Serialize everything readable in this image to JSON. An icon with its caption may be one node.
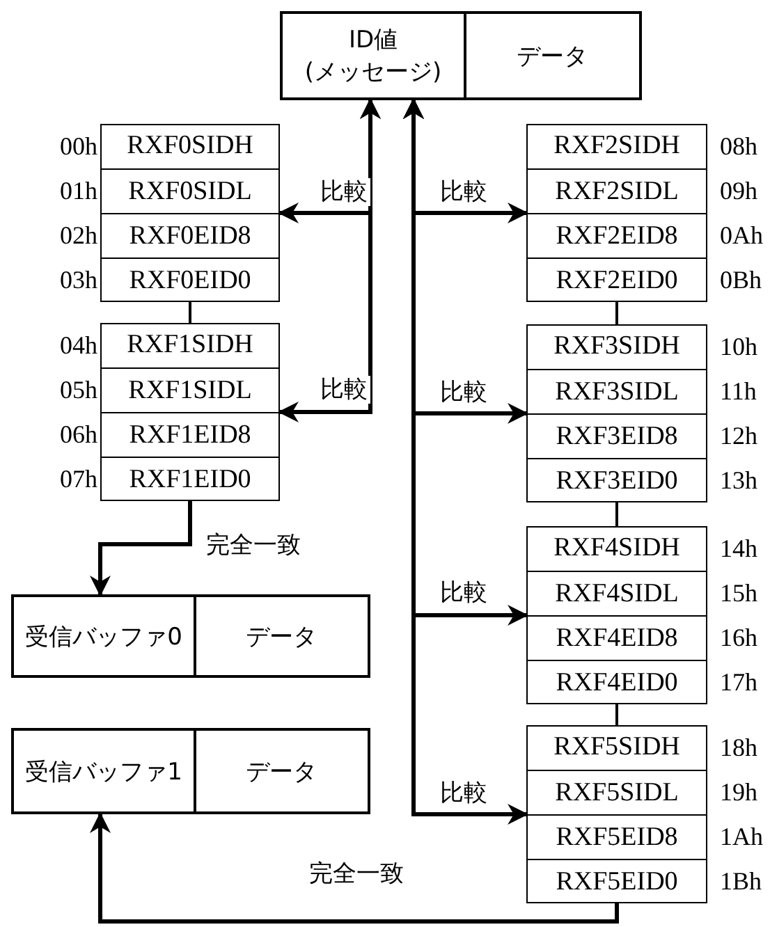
{
  "diagram": {
    "nodes": [
      {
        "text": [
          "ID値(メッセージ)",
          "データ"
        ]
      },
      {
        "text": [],
        "shape": "box"
      },
      {
        "text": [
          "RXF0SIDH"
        ],
        "in": 1
      },
      {
        "text": [
          "RXF0SIDL"
        ],
        "in": 1
      },
      {
        "text": [
          "RXF0EID8"
        ],
        "in": 1
      },
      {
        "text": [
          "RXF0EID0"
        ],
        "in": 1
      },
      {
        "text": [],
        "shape": "box"
      },
      {
        "text": [
          "RXF1SIDH"
        ],
        "in": 6
      },
      {
        "text": [
          "RXF1SIDL"
        ],
        "in": 6
      },
      {
        "text": [
          "RXF1EID8"
        ],
        "in": 6
      },
      {
        "text": [
          "RXF1EID0"
        ],
        "in": 6
      },
      {
        "text": [],
        "shape": "box"
      },
      {
        "text": [
          "RXF2SIDH"
        ],
        "in": 11
      },
      {
        "text": [
          "RXF2SIDL"
        ],
        "in": 11
      },
      {
        "text": [
          "RXF2EID8"
        ],
        "in": 11
      },
      {
        "text": [
          "RXF2EID0"
        ],
        "in": 11
      },
      {
        "text": [],
        "shape": "box"
      },
      {
        "text": [
          "RXF3SIDH"
        ],
        "in": 16
      },
      {
        "text": [
          "RXF3SIDL"
        ],
        "in": 16
      },
      {
        "text": [
          "RXF3EID8"
        ],
        "in": 16
      },
      {
        "text": [
          "RXF3EID0"
        ],
        "in": 16
      },
      {
        "text": [],
        "shape": "box"
      },
      {
        "text": [
          "RXF4SIDH"
        ],
        "in": 21
      },
      {
        "text": [
          "RXF4SIDL"
        ],
        "in": 21
      },
      {
        "text": [
          "RXF4EID8"
        ],
        "in": 21
      },
      {
        "text": [
          "RXF4EID0"
        ],
        "in": 21
      },
      {
        "text": [],
        "shape": "box"
      },
      {
        "text": [
          "RXF5SIDH"
        ],
        "in": 26
      },
      {
        "text": [
          "RXF5SIDL"
        ],
        "in": 26
      },
      {
        "text": [
          "RXF5EID8"
        ],
        "in": 26
      },
      {
        "text": [
          "RXF5EID0"
        ],
        "in": 26
      },
      {
        "text": [
          "受信バッファ0",
          "データ"
        ]
      },
      {
        "text": [
          "受信バッファ1",
          "データ"
        ]
      }
    ],
    "edges": [
      {
        "from": 0,
        "to": 1,
        "arrow": "both",
        "label": "比較"
      },
      {
        "from": 0,
        "to": 6,
        "arrow": "both",
        "label": "比較"
      },
      {
        "from": 0,
        "to": 11,
        "arrow": "both",
        "label": "比較"
      },
      {
        "from": 0,
        "to": 16,
        "arrow": "both",
        "label": "比較"
      },
      {
        "from": 0,
        "to": 21,
        "arrow": "both",
        "label": "比較"
      },
      {
        "from": 0,
        "to": 26,
        "arrow": "both",
        "label": "比較"
      },
      {
        "from": 1,
        "to": 6,
        "arrow": "none"
      },
      {
        "from": 11,
        "to": 16,
        "arrow": "none"
      },
      {
        "from": 16,
        "to": 21,
        "arrow": "none"
      },
      {
        "from": 21,
        "to": 26,
        "arrow": "none"
      },
      {
        "from": 6,
        "to": 31,
        "arrow": "to",
        "label": "完全一致"
      },
      {
        "from": 26,
        "to": 32,
        "arrow": "to",
        "label": "完全一致"
      }
    ],
    "labels": [
      "00h",
      "01h",
      "02h",
      "03h",
      "04h",
      "05h",
      "06h",
      "07h",
      "08h",
      "09h",
      "0Ah",
      "0Bh",
      "10h",
      "11h",
      "12h",
      "13h",
      "14h",
      "15h",
      "16h",
      "17h",
      "18h",
      "19h",
      "1Ah",
      "1Bh"
    ]
  }
}
